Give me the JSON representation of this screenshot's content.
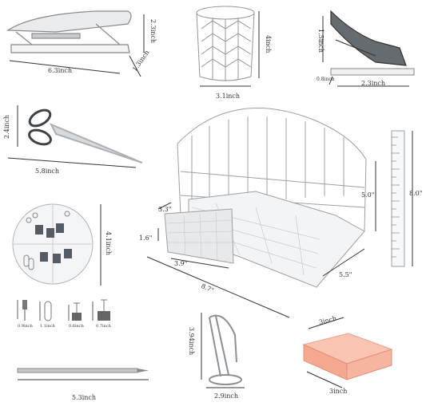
{
  "labels": {
    "stapler_len": "6.3inch",
    "stapler_height": "2.3inch",
    "stapler_depth": "1.3inch",
    "cup_height": "4inch",
    "cup_width": "3.1inch",
    "remover_height": "1.5inch",
    "remover_depth": "0.8inch",
    "remover_len": "2.3inch",
    "scissors_blade": "2.4inch",
    "scissors_len": "5.8inch",
    "org_small_h": "3.3\"",
    "org_drawer_h": "1.6\"",
    "org_drawer_w": "3.9\"",
    "org_width": "8.7\"",
    "org_height": "5.0\"",
    "org_depth": "5.5\"",
    "ruler_len": "8.0\"",
    "clips_dia": "4.1inch",
    "pin_size": "0.9inch",
    "paperclip_size": "1.1inch",
    "binder_small": "0.6inch",
    "binder_large": "0.7inch",
    "holder_height": "3.94inch",
    "holder_width": "2.9inch",
    "pen_len": "5.3inch",
    "notes_top": "3inch",
    "notes_bottom": "3inch"
  },
  "icons": [
    "stapler-icon",
    "pencil-cup-icon",
    "staple-remover-icon",
    "scissors-icon",
    "desk-organizer-icon",
    "ruler-icon",
    "clips-container-icon",
    "push-pin-icon",
    "paper-clip-icon",
    "binder-clip-icon",
    "phone-holder-icon",
    "pen-icon",
    "sticky-notes-icon"
  ],
  "colors": {
    "metal": "#9aa0a6",
    "dark_metal": "#555b62",
    "note_pink": "#f7b5a0",
    "dim_line": "#333333"
  }
}
